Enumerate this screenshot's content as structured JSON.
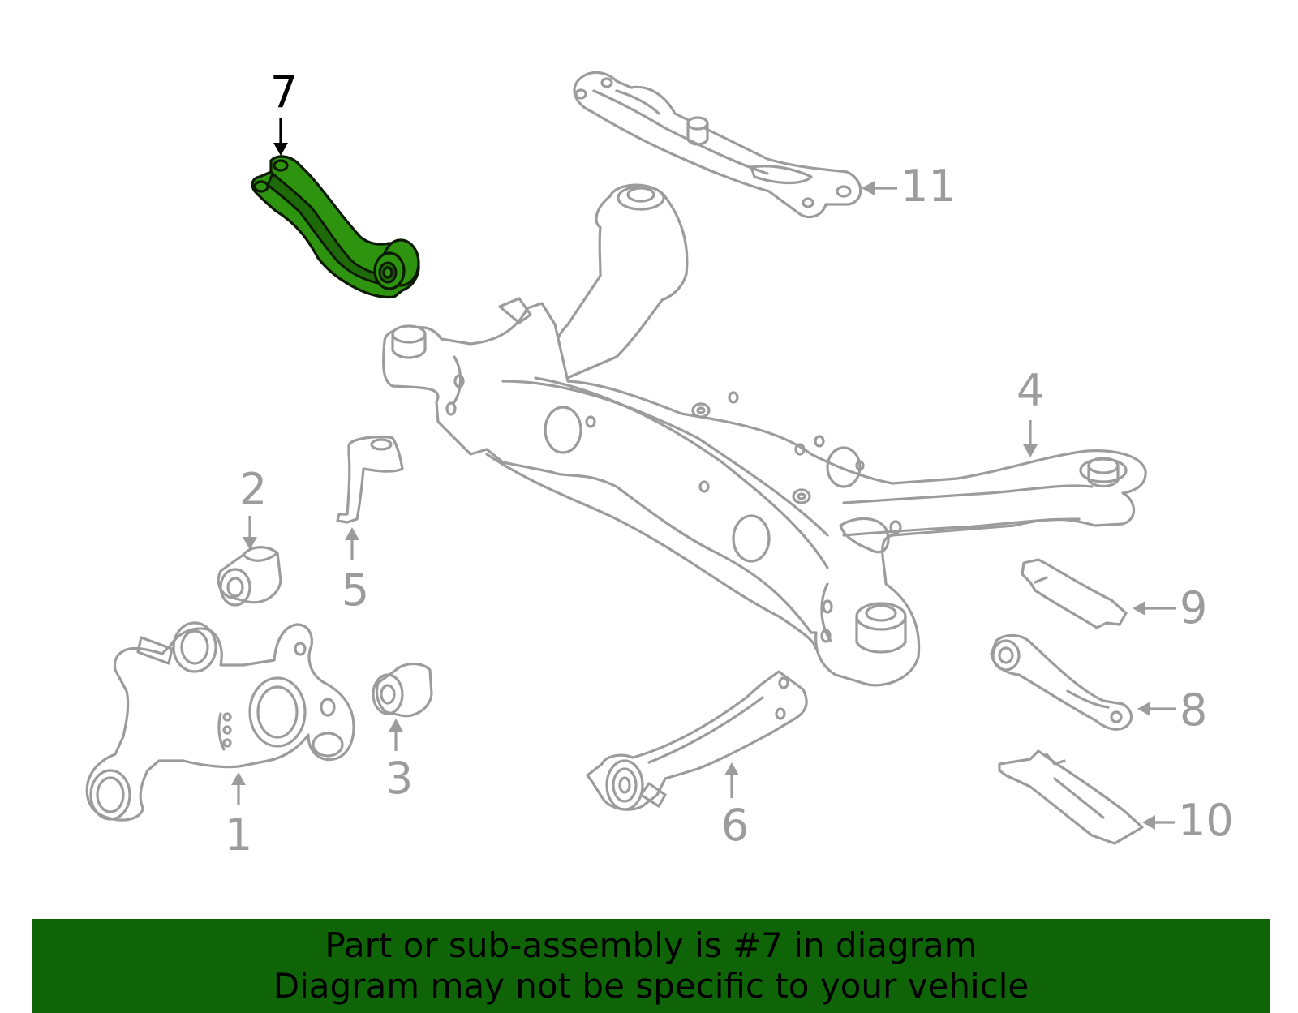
{
  "diagram": {
    "highlighted_part": "7",
    "callouts": [
      {
        "id": "1",
        "label": "1"
      },
      {
        "id": "2",
        "label": "2"
      },
      {
        "id": "3",
        "label": "3"
      },
      {
        "id": "4",
        "label": "4"
      },
      {
        "id": "5",
        "label": "5"
      },
      {
        "id": "6",
        "label": "6"
      },
      {
        "id": "7",
        "label": "7"
      },
      {
        "id": "8",
        "label": "8"
      },
      {
        "id": "9",
        "label": "9"
      },
      {
        "id": "10",
        "label": "10"
      },
      {
        "id": "11",
        "label": "11"
      }
    ],
    "colors": {
      "highlight": "#2e9410",
      "outline": "#9c9c9c",
      "banner": "#0f6408"
    }
  },
  "banner": {
    "line1": "Part or sub-assembly is #7 in diagram",
    "line2": "Diagram may not be specific to your vehicle"
  }
}
